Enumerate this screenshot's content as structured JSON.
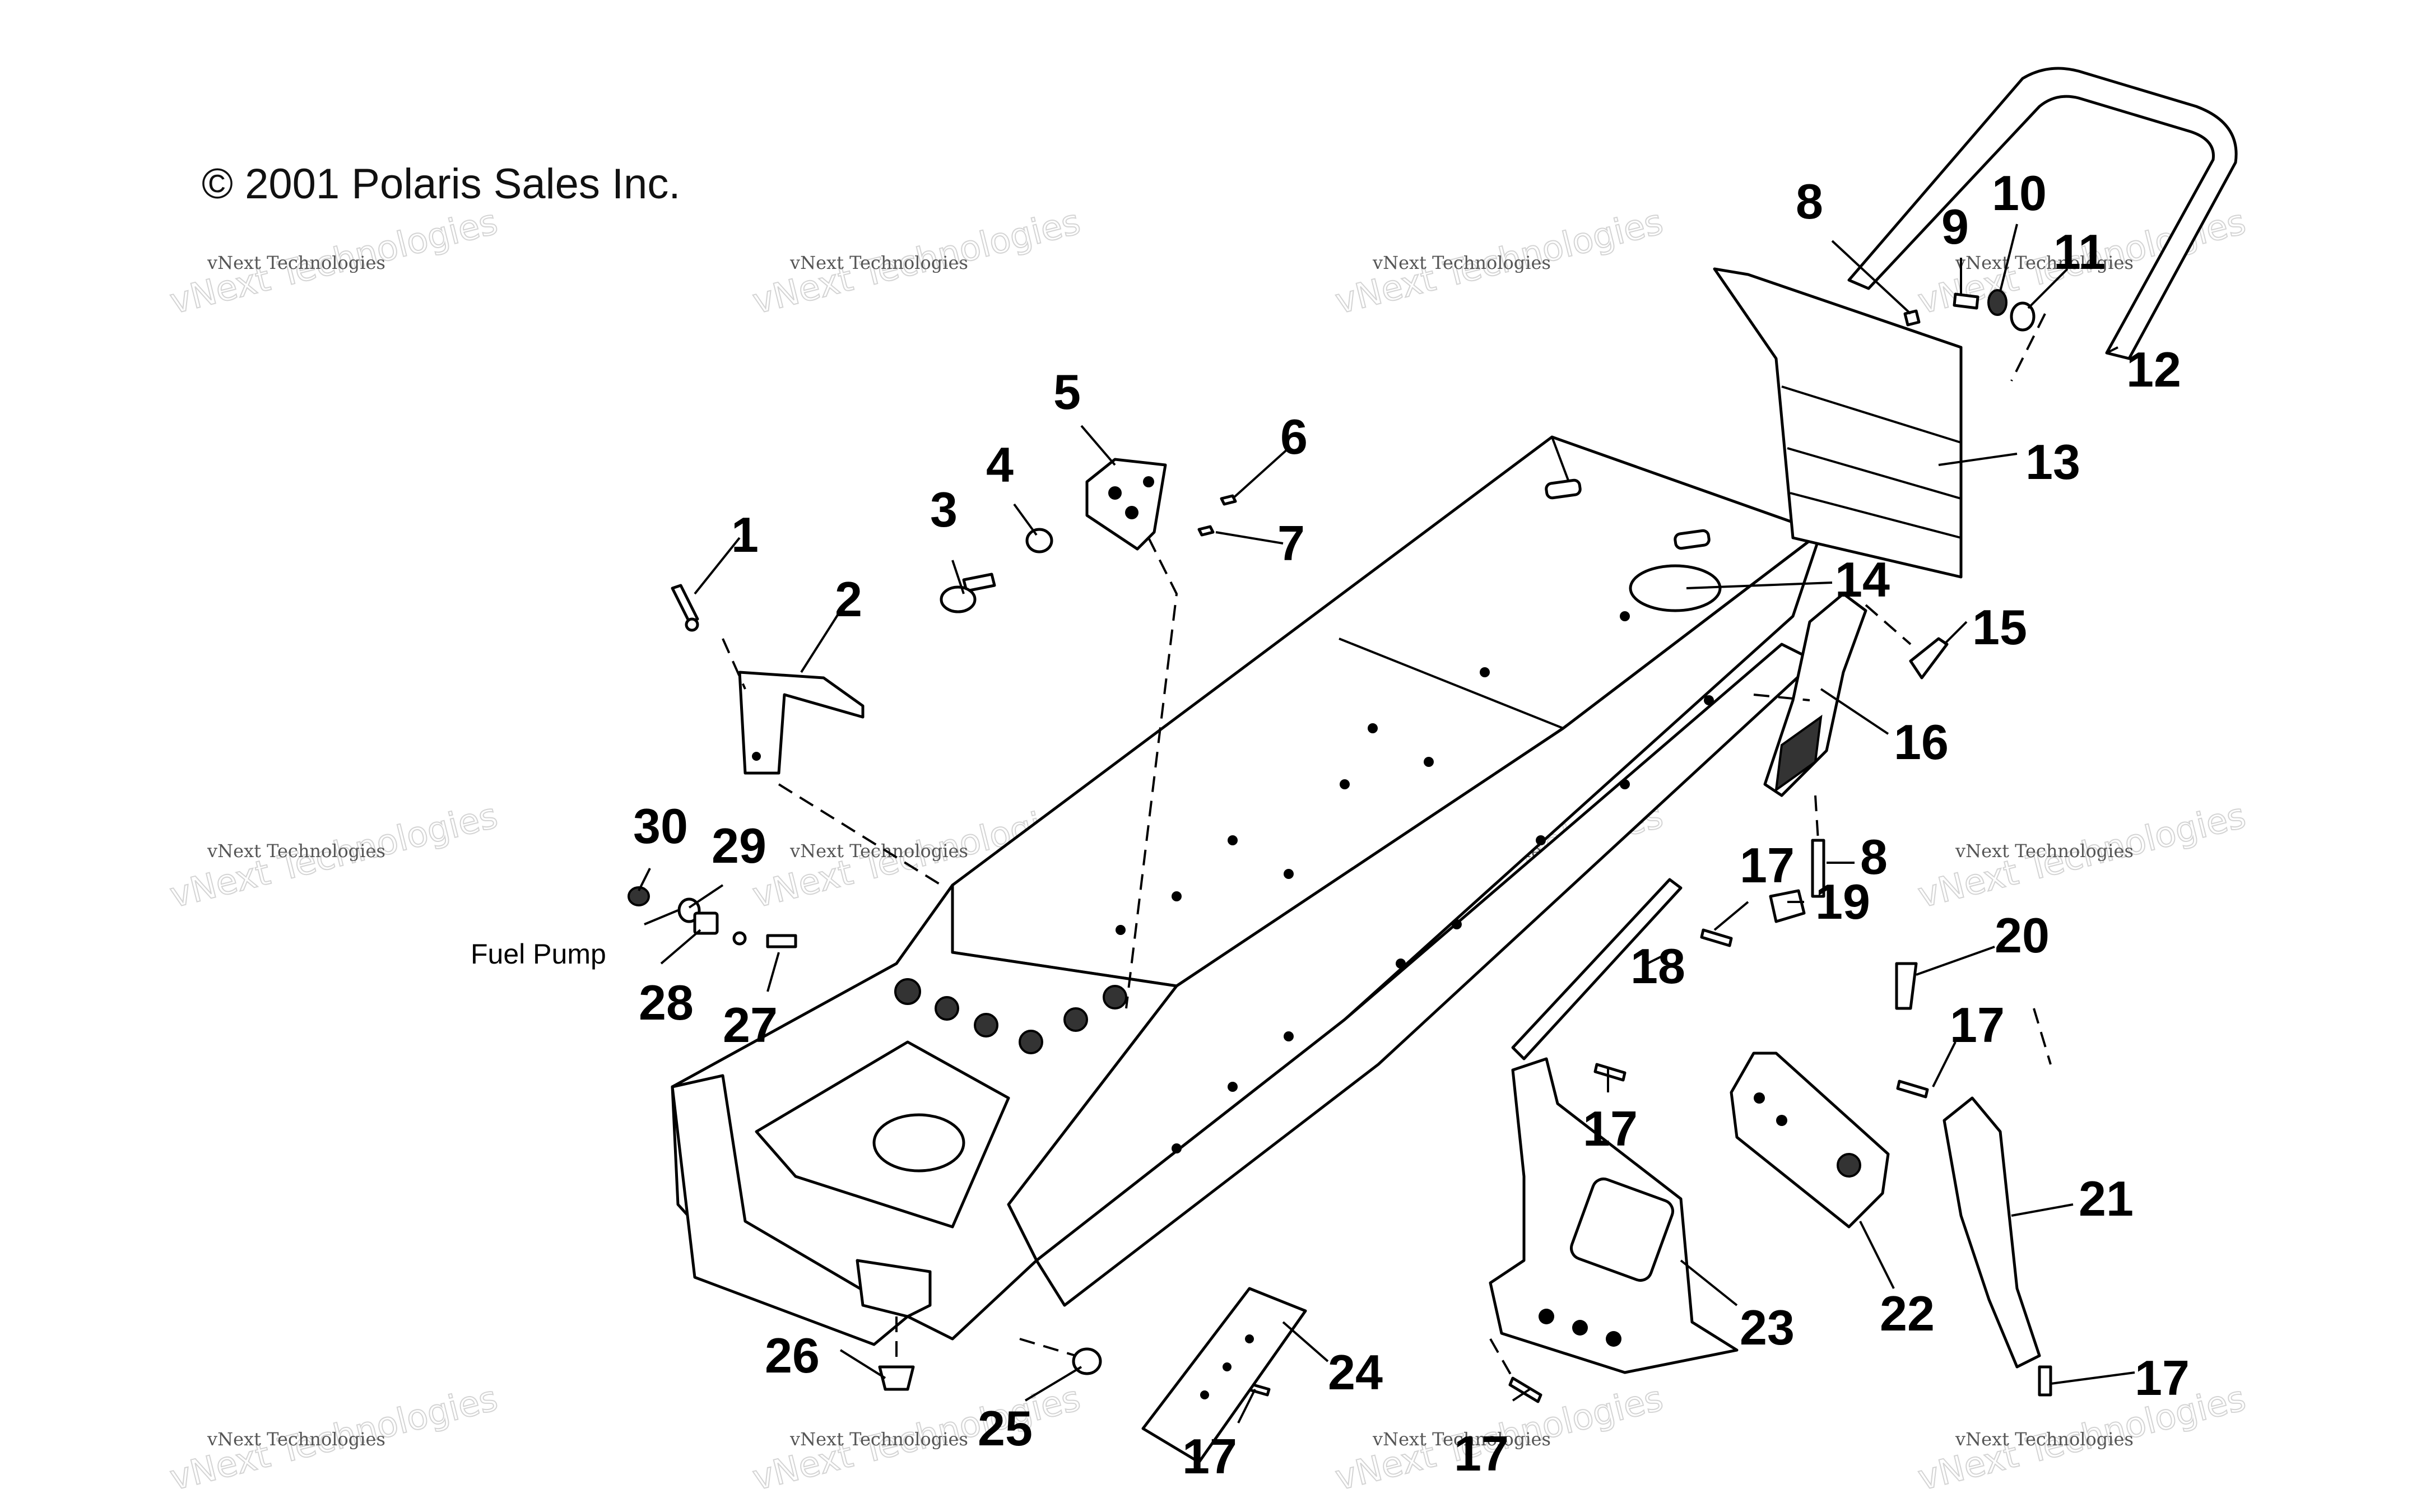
{
  "copyright": "© 2001 Polaris Sales Inc.",
  "annotation_fuel_pump": "Fuel Pump",
  "watermark": {
    "small": "vNext Technologies",
    "large": "vNext Technologies"
  },
  "callouts": {
    "c1": "1",
    "c2": "2",
    "c3": "3",
    "c4": "4",
    "c5": "5",
    "c6": "6",
    "c7": "7",
    "c8a": "8",
    "c8b": "8",
    "c9": "9",
    "c10": "10",
    "c11": "11",
    "c12": "12",
    "c13": "13",
    "c14": "14",
    "c15": "15",
    "c16": "16",
    "c17a": "17",
    "c17b": "17",
    "c17c": "17",
    "c17d": "17",
    "c17e": "17",
    "c17f": "17",
    "c18": "18",
    "c19": "19",
    "c20": "20",
    "c21": "21",
    "c22": "22",
    "c23": "23",
    "c24": "24",
    "c25": "25",
    "c26": "26",
    "c27": "27",
    "c28": "28",
    "c29": "29",
    "c30": "30"
  }
}
